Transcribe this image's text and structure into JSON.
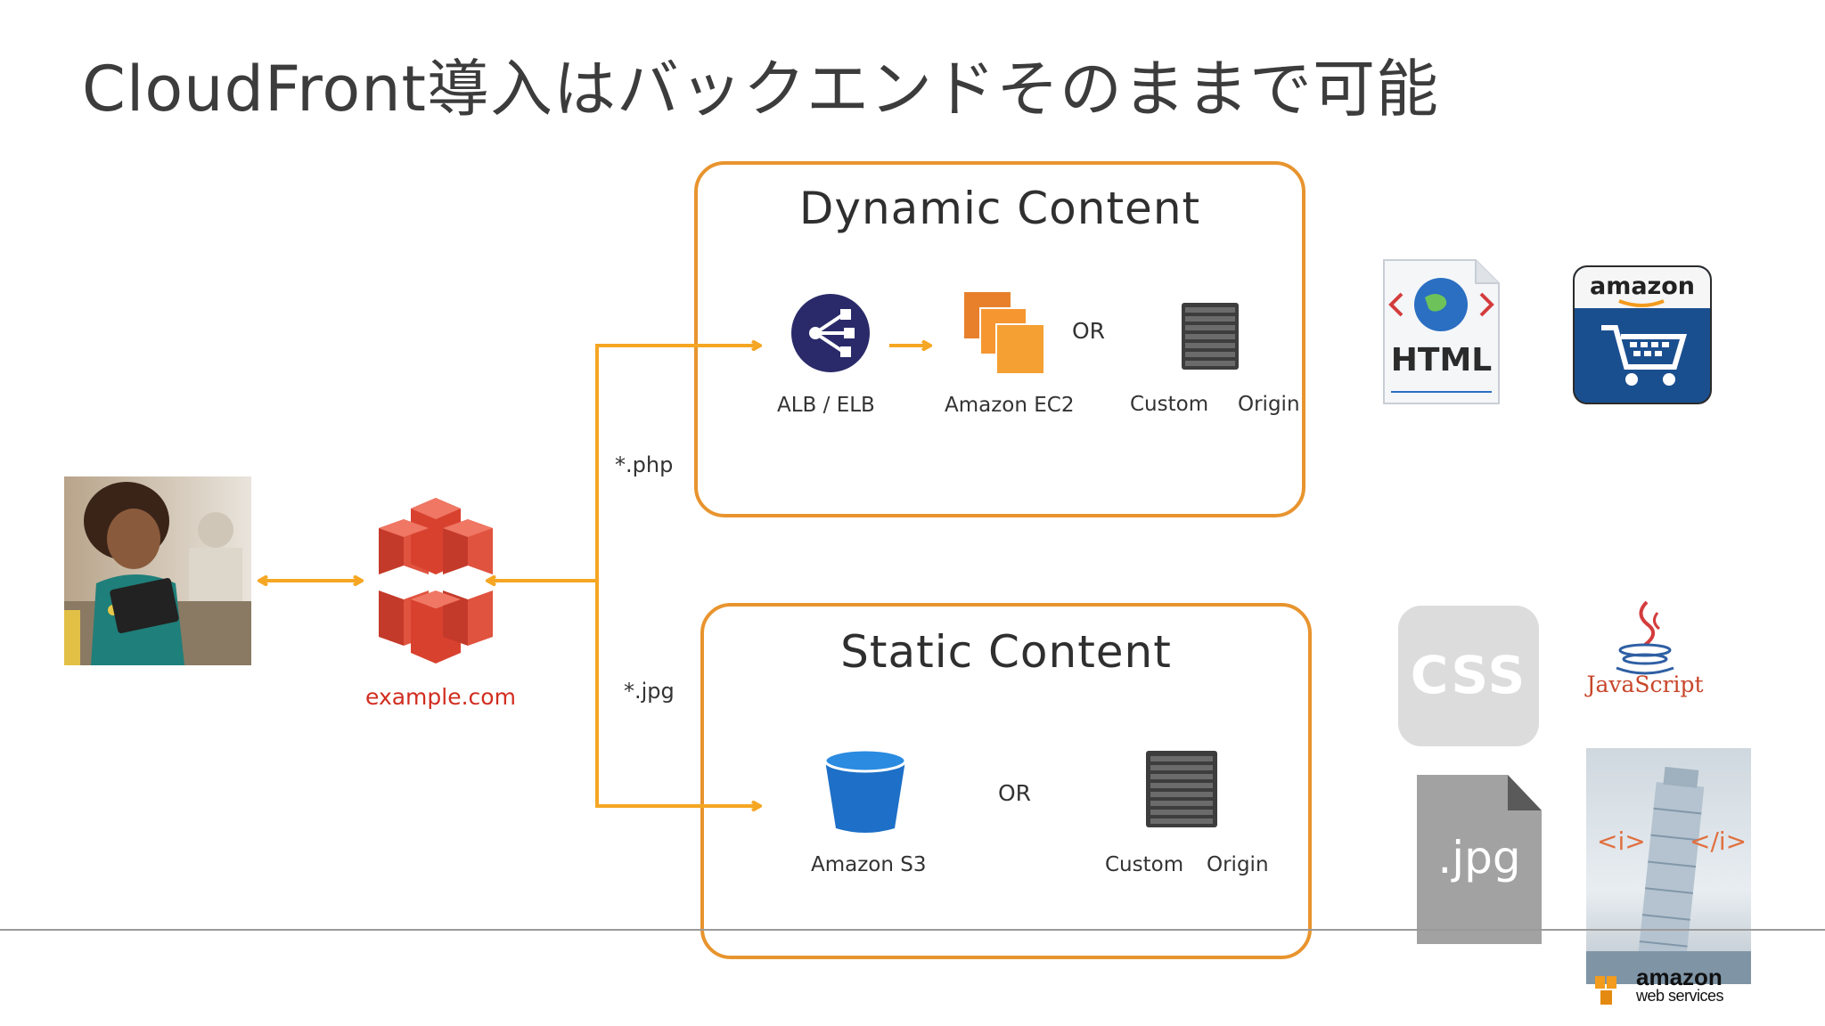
{
  "title": "CloudFront導入はバックエンドそのままで可能",
  "dynamic_box": {
    "title": "Dynamic Content",
    "alb_label": "ALB / ELB",
    "ec2_label": "Amazon EC2",
    "or_label": "OR",
    "custom_label": "Custom",
    "origin_label": "Origin"
  },
  "static_box": {
    "title": "Static Content",
    "s3_label": "Amazon S3",
    "or_label": "OR",
    "custom_label": "Custom",
    "origin_label": "Origin"
  },
  "routes": {
    "php": "*.php",
    "jpg": "*.jpg"
  },
  "cloudfront": {
    "domain": "example.com"
  },
  "file_icons": {
    "html": "HTML",
    "amazon": "amazon",
    "css": "CSS",
    "javascript": "JavaScript",
    "jpg": ".jpg",
    "tower_left": "<i>",
    "tower_right": "</i>"
  },
  "footer_logo": {
    "line1": "amazon",
    "line2": "web services"
  },
  "colors": {
    "accent": "#e8942e",
    "arrow": "#f5a623",
    "cloudfront": "#d9412f",
    "domain_text": "#d12d20"
  }
}
